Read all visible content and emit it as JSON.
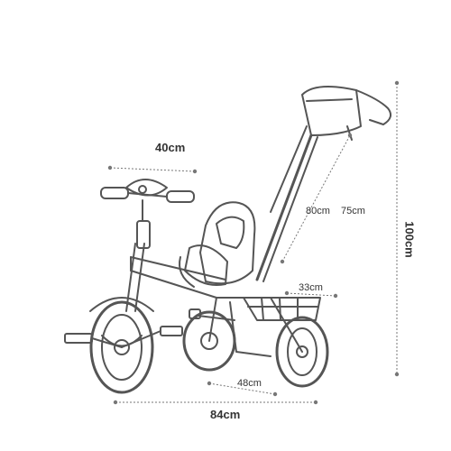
{
  "figure": {
    "subject_icon": "tricycle-outline-icon",
    "line_color": "#555555",
    "dimension_color": "#777777",
    "labels": {
      "handlebar_width": "40cm",
      "push_handle_max": "80cm",
      "push_handle_min": "75cm",
      "overall_height": "100cm",
      "basket_width": "33cm",
      "rear_track": "48cm",
      "overall_length": "84cm"
    }
  }
}
